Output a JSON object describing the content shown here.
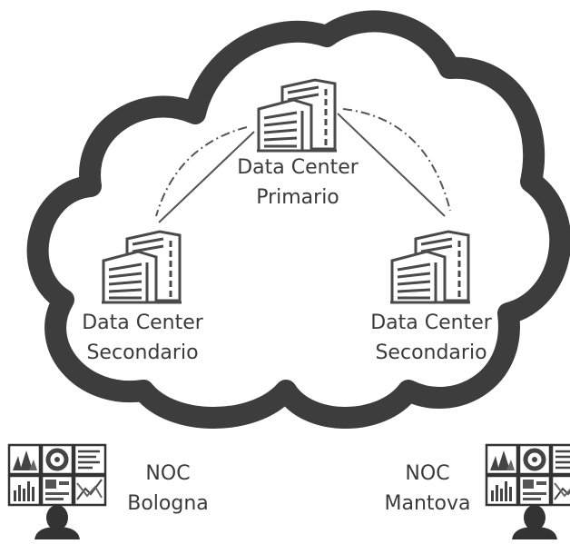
{
  "cloud": {
    "primary": {
      "line1": "Data Center",
      "line2": "Primario"
    },
    "secondary_left": {
      "line1": "Data Center",
      "line2": "Secondario"
    },
    "secondary_right": {
      "line1": "Data Center",
      "line2": "Secondario"
    }
  },
  "noc_left": {
    "line1": "NOC",
    "line2": "Bologna"
  },
  "noc_right": {
    "line1": "NOC",
    "line2": "Mantova"
  },
  "icons": {
    "datacenter": "building-icon",
    "noc": "operator-monitors-icon"
  },
  "colors": {
    "cloud_outline": "#3d3d3d",
    "icon_stroke": "#4a4a4a",
    "text": "#3a3a3a"
  }
}
